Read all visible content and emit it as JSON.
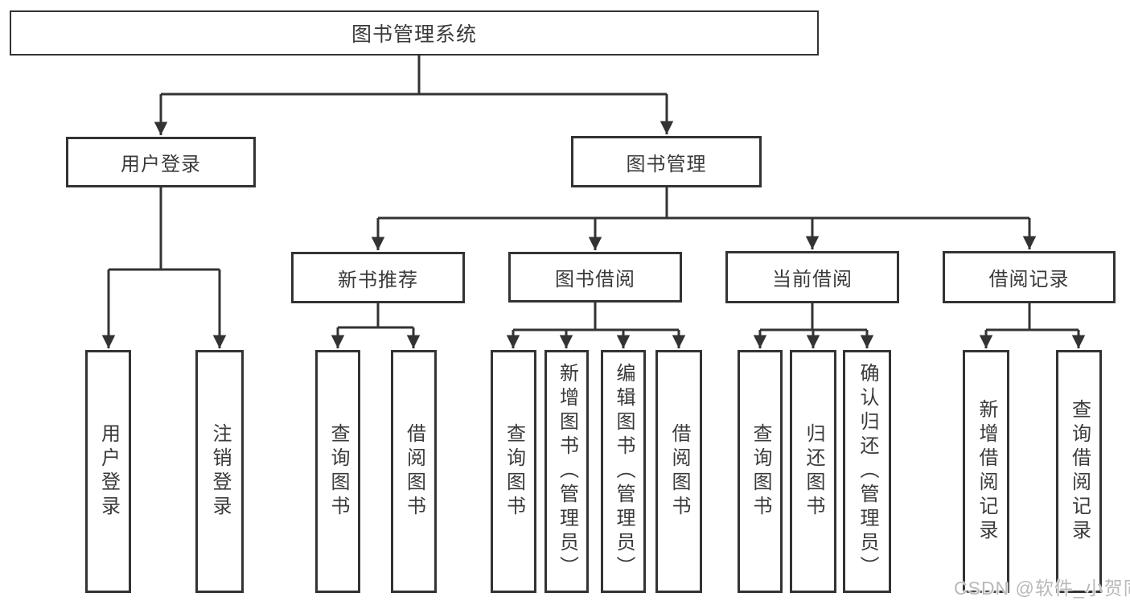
{
  "colors": {
    "line": "#333333",
    "box_border": "#333333",
    "text": "#3a3a3a",
    "background": "#ffffff",
    "watermark": "#b9b9b9"
  },
  "watermark": {
    "text": "CSDN @软件_小贺同学"
  },
  "tree": {
    "root": "图书管理系统",
    "branches": [
      {
        "label": "用户登录",
        "children": [
          {
            "label": "用户登录"
          },
          {
            "label": "注销登录"
          }
        ]
      },
      {
        "label": "图书管理",
        "children": [
          {
            "label": "新书推荐",
            "children": [
              {
                "label": "查询图书"
              },
              {
                "label": "借阅图书"
              }
            ]
          },
          {
            "label": "图书借阅",
            "children": [
              {
                "label": "查询图书"
              },
              {
                "label": "新增图书（管理员）"
              },
              {
                "label": "编辑图书（管理员）"
              },
              {
                "label": "借阅图书"
              }
            ]
          },
          {
            "label": "当前借阅",
            "children": [
              {
                "label": "查询图书"
              },
              {
                "label": "归还图书"
              },
              {
                "label": "确认归还（管理员）"
              }
            ]
          },
          {
            "label": "借阅记录",
            "children": [
              {
                "label": "新增借阅记录"
              },
              {
                "label": "查询借阅记录"
              }
            ]
          }
        ]
      }
    ]
  }
}
